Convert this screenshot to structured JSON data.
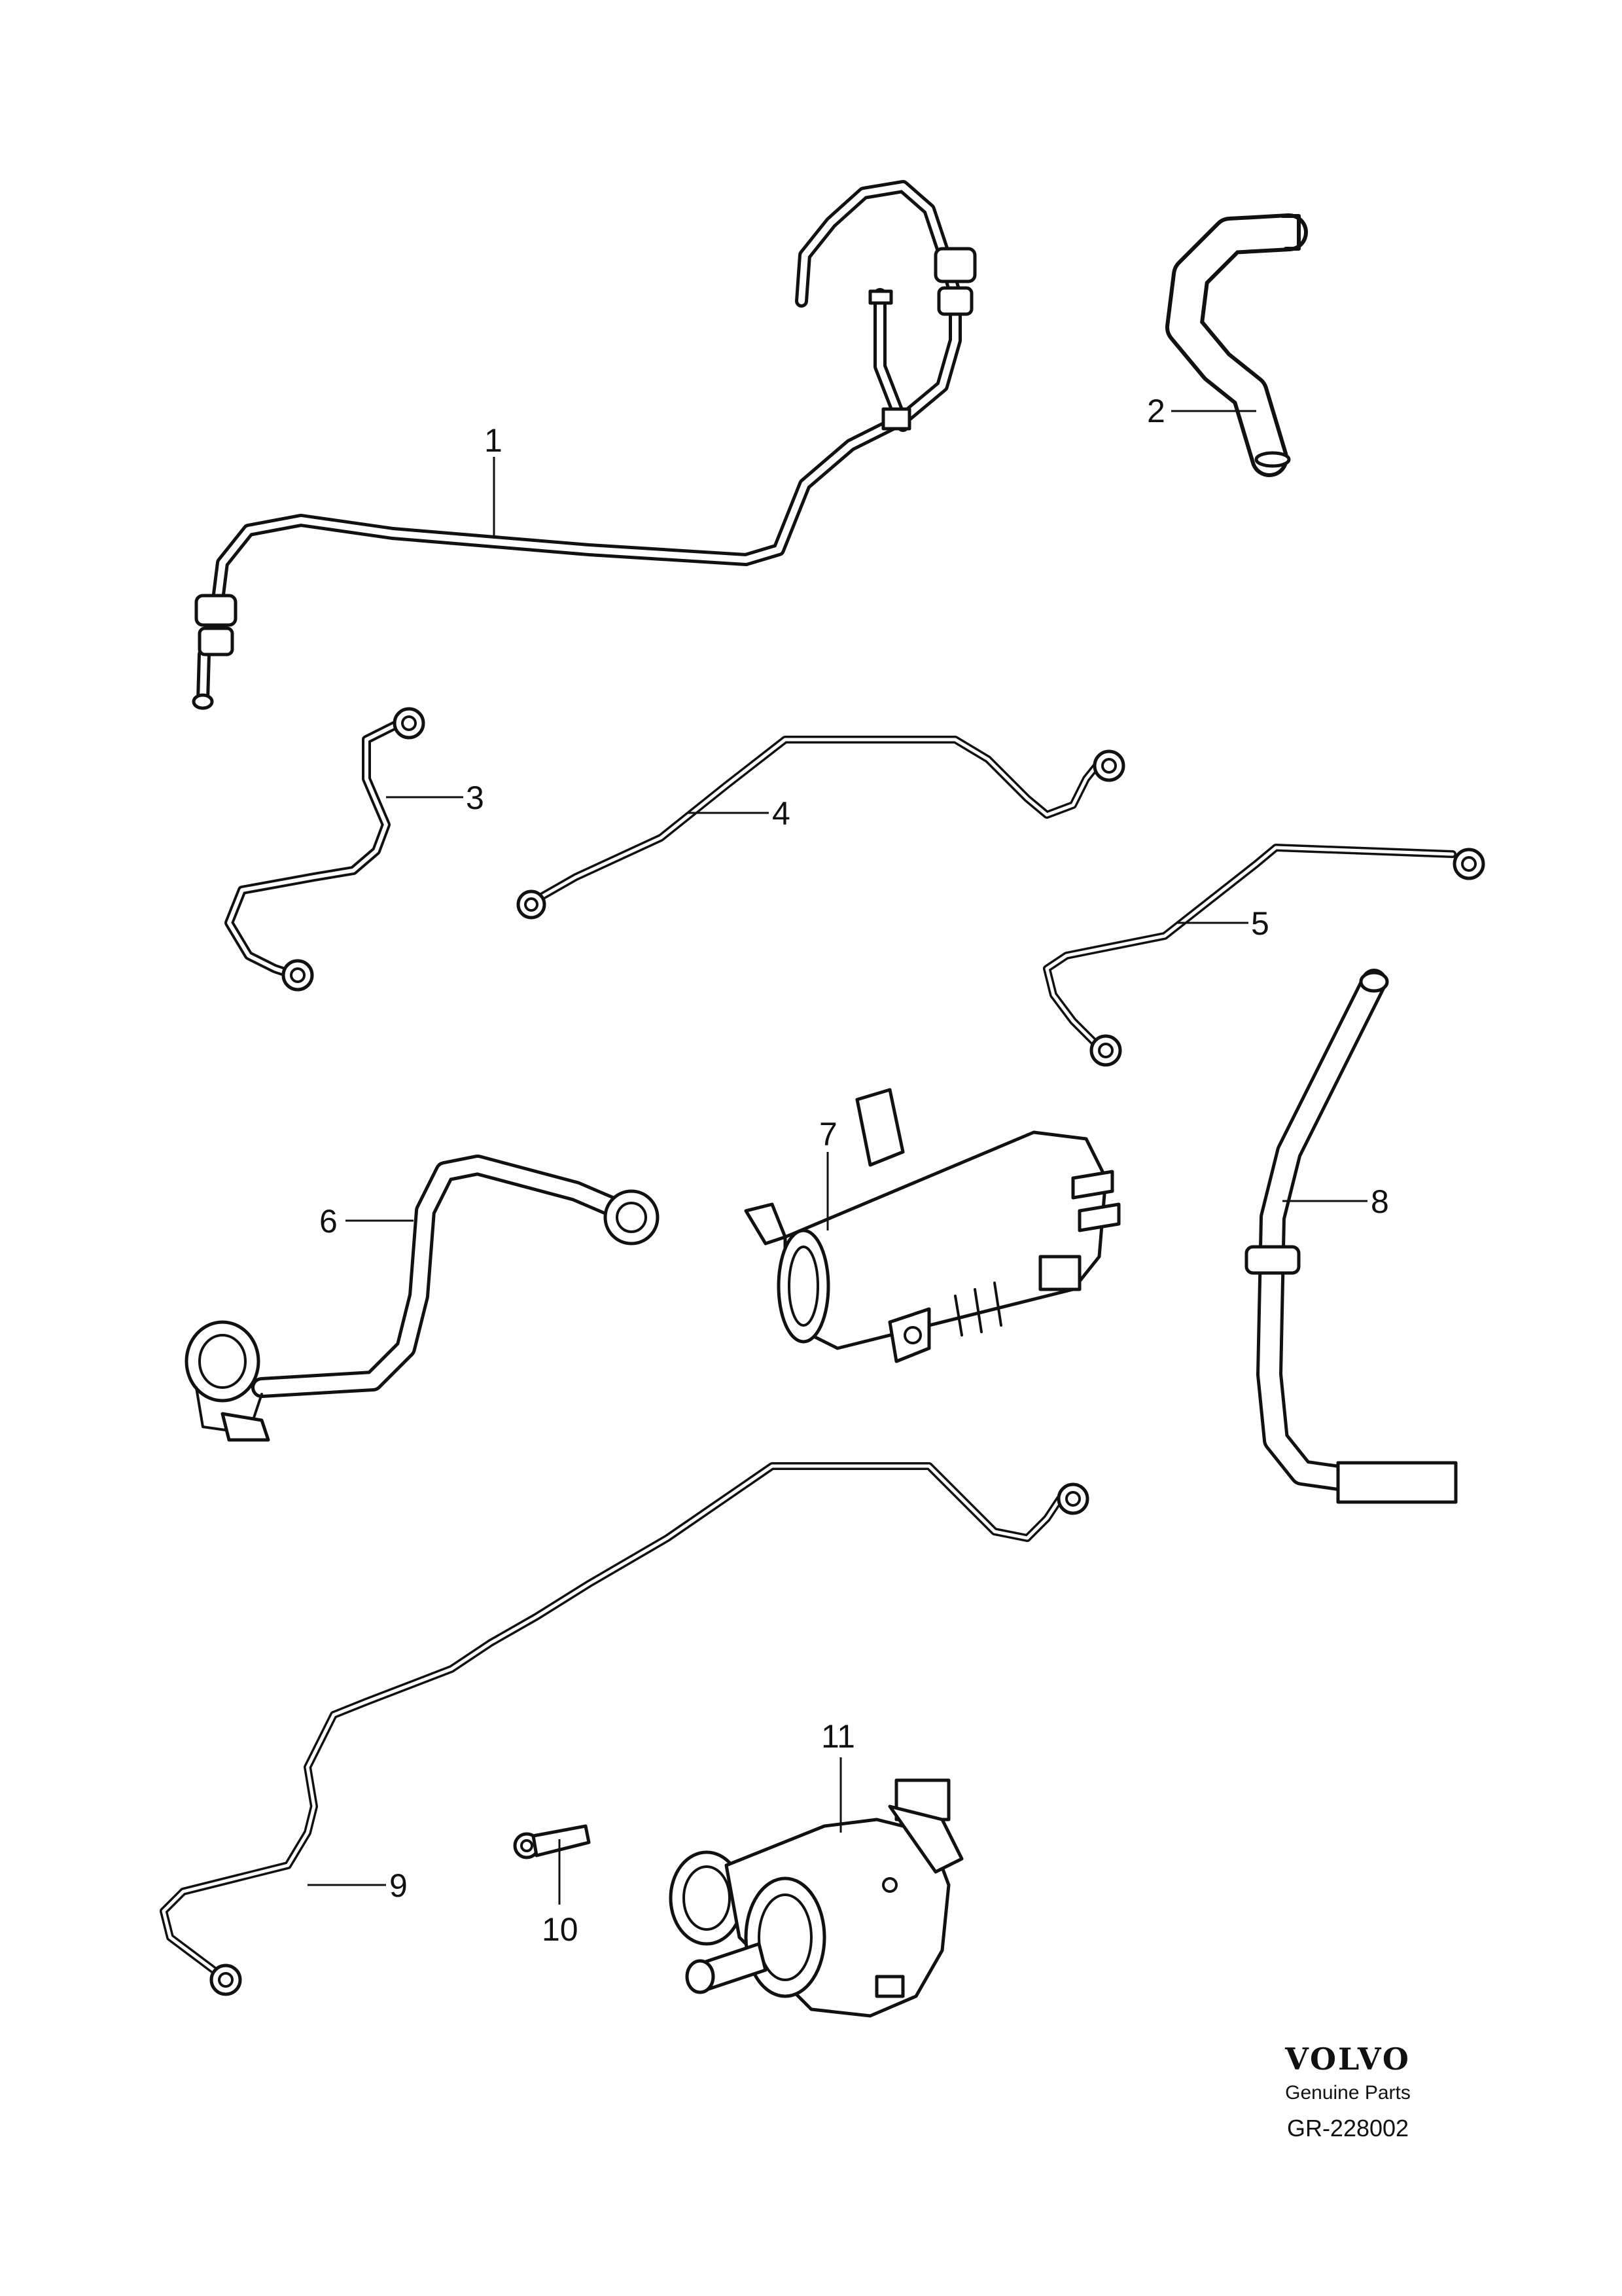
{
  "diagram": {
    "callouts": [
      "1",
      "2",
      "3",
      "4",
      "5",
      "6",
      "7",
      "8",
      "9",
      "10",
      "11"
    ]
  },
  "brand": {
    "logo": "VOLVO",
    "subtitle": "Genuine Parts",
    "reference": "GR-228002"
  }
}
